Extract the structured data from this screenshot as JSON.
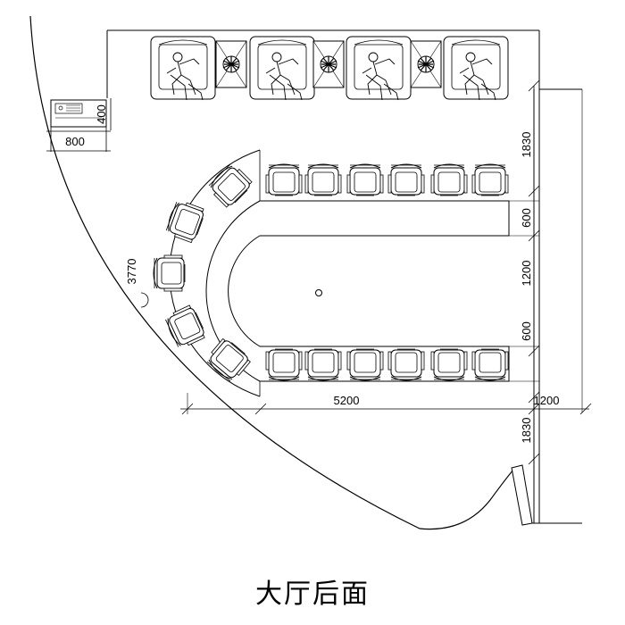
{
  "caption": "大厅后面",
  "dimensions": {
    "cabinet_depth": "400",
    "cabinet_width": "800",
    "right_top": "1830",
    "right_gap_top": "600",
    "right_mid": "1200",
    "right_gap_bottom": "600",
    "right_bottom": "1830",
    "bottom_length": "5200",
    "bottom_right": "1200",
    "radius": "3770"
  }
}
